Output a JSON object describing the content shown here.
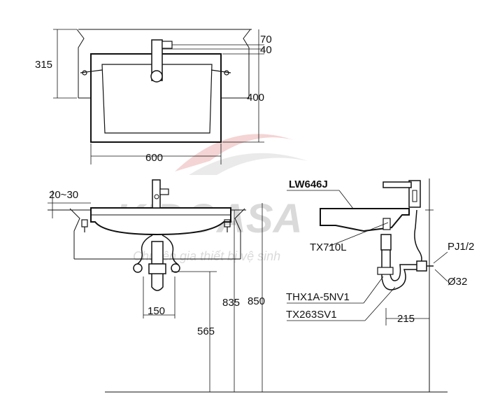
{
  "watermark": {
    "brand": "KIDOASA",
    "slogan": "Chuyên gia thiết bị vệ sinh"
  },
  "top_view": {
    "dims": {
      "d70": "70",
      "d40": "40",
      "d315": "315",
      "d400": "400",
      "d600": "600"
    }
  },
  "front_view": {
    "dims": {
      "d20_30": "20~30",
      "d150": "150",
      "d565": "565",
      "d835": "835",
      "d850": "850"
    }
  },
  "side_view": {
    "model": "LW646J",
    "parts": {
      "faucet": "TX710L",
      "drain": "THX1A-5NV1",
      "trap": "TX263SV1",
      "valve": "PJ1/2"
    },
    "dims": {
      "d32": "Ø32",
      "d215": "215"
    }
  }
}
